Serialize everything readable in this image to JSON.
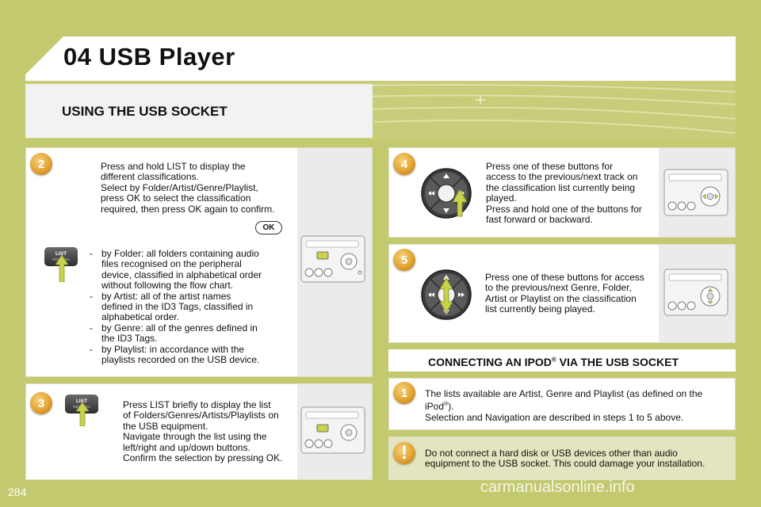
{
  "header": {
    "title": "04 USB Player",
    "section_heading": "USING THE USB SOCKET"
  },
  "steps": {
    "step2": {
      "badge": "2",
      "intro": [
        "Press and hold LIST to display the",
        "different classifications.",
        "Select by Folder/Artist/Genre/Playlist,",
        "press OK to select the classification",
        "required, then press OK again to confirm."
      ],
      "ok_label": "OK",
      "list_key": {
        "label": "LIST",
        "sub": "REFRESH"
      },
      "bullets": [
        [
          "by Folder: all folders containing audio",
          "files recognised on the peripheral",
          "device, classified in alphabetical order",
          "without following the flow chart."
        ],
        [
          "by Artist: all of the artist names",
          "defined in the ID3 Tags, classified in",
          "alphabetical order."
        ],
        [
          "by Genre: all of the genres defined in",
          "the ID3 Tags."
        ],
        [
          "by Playlist: in accordance with the",
          "playlists recorded on the USB device."
        ]
      ]
    },
    "step3": {
      "badge": "3",
      "list_key": {
        "label": "LIST",
        "sub": "REFRESH"
      },
      "text": [
        "Press LIST briefly to display the list",
        "of Folders/Genres/Artists/Playlists on",
        "the USB equipment.",
        "Navigate through the list using the",
        "left/right and up/down buttons.",
        "Confirm the selection by pressing OK."
      ]
    },
    "step4": {
      "badge": "4",
      "text": [
        "Press one of these buttons for",
        "access to the previous/next track on",
        "the classification list currently being",
        "played.",
        "Press and hold one of the buttons for",
        "fast forward or backward."
      ]
    },
    "step5": {
      "badge": "5",
      "text": [
        "Press one of these buttons for access",
        "to the previous/next Genre, Folder,",
        "Artist or Playlist on the classification",
        "list currently being played."
      ]
    }
  },
  "connect": {
    "heading_pre": "CONNECTING AN IPOD",
    "heading_sup": "®",
    "heading_post": " VIA THE USB SOCKET",
    "step1": {
      "badge": "1",
      "line1": "The lists available are Artist, Genre and Playlist (as defined on the",
      "line2_pre": "iPod",
      "line2_sup": "®",
      "line2_post": ").",
      "line3": "Selection and Navigation are described in steps 1 to 5 above."
    },
    "warning": {
      "badge": "!",
      "lines": [
        "Do not connect a hard disk or USB devices other than audio",
        "equipment to the USB socket. This could damage your installation."
      ]
    }
  },
  "footer": {
    "page_number": "284",
    "watermark": "carmanualsonline.info"
  },
  "colors": {
    "page_bg": "#c3c96f",
    "badge": "#e2a332",
    "arrow_highlight": "#c9d24a",
    "panel": "#ffffff",
    "warning_panel": "#e2e5bf"
  }
}
